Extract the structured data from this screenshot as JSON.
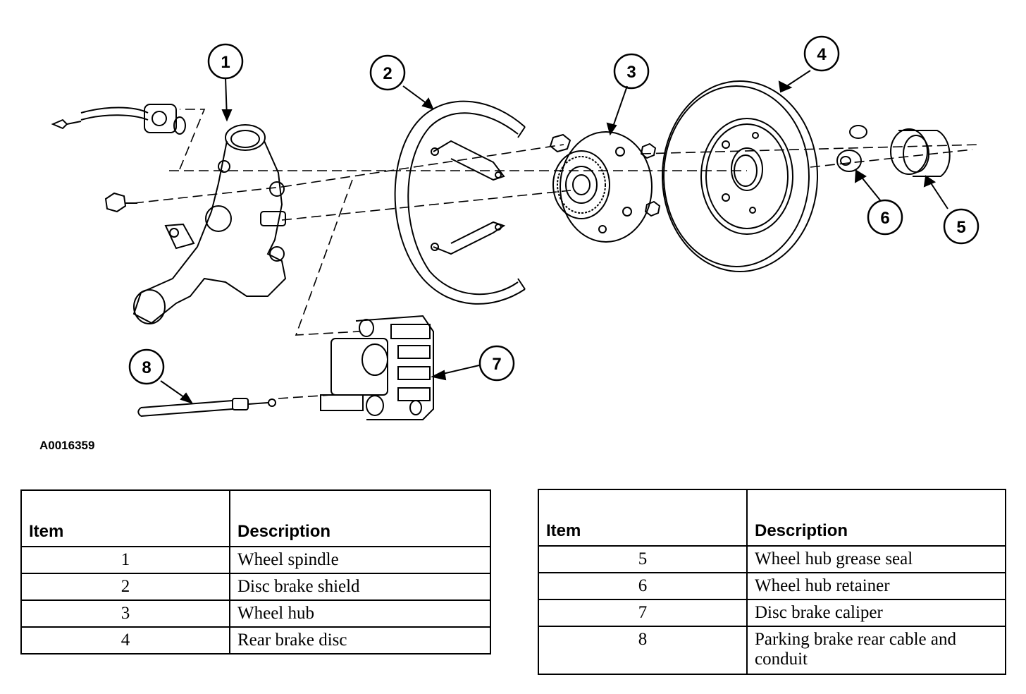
{
  "figure_id": "A0016359",
  "callouts": [
    "1",
    "2",
    "3",
    "4",
    "5",
    "6",
    "7",
    "8"
  ],
  "tables": {
    "left": {
      "headers": [
        "Item",
        "Description"
      ],
      "rows": [
        {
          "item": "1",
          "description": "Wheel spindle"
        },
        {
          "item": "2",
          "description": "Disc brake shield"
        },
        {
          "item": "3",
          "description": "Wheel hub"
        },
        {
          "item": "4",
          "description": "Rear brake disc"
        }
      ]
    },
    "right": {
      "headers": [
        "Item",
        "Description"
      ],
      "rows": [
        {
          "item": "5",
          "description": "Wheel hub grease seal"
        },
        {
          "item": "6",
          "description": "Wheel hub retainer"
        },
        {
          "item": "7",
          "description": "Disc brake caliper"
        },
        {
          "item": "8",
          "description": "Parking brake rear cable and conduit"
        }
      ]
    }
  }
}
